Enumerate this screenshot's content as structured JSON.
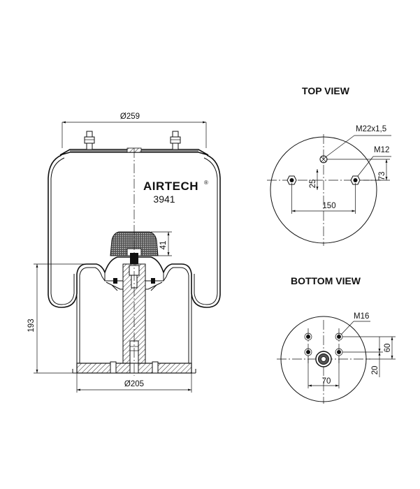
{
  "views": {
    "top_title": "TOP VIEW",
    "bottom_title": "BOTTOM VIEW"
  },
  "brand": {
    "name": "AIRTECH",
    "mark": "®",
    "model": "3941"
  },
  "dimensions": {
    "top_diameter": "Ø259",
    "bottom_diameter": "Ø205",
    "height": "193",
    "bumper_height": "41",
    "top_thread_center": "M22x1,5",
    "top_thread_studs": "M12",
    "top_offset_y": "73",
    "top_offset_small": "25",
    "top_stud_spacing": "150",
    "bottom_thread": "M16",
    "bottom_offset_y": "60",
    "bottom_offset_small": "20",
    "bottom_spacing": "70"
  }
}
